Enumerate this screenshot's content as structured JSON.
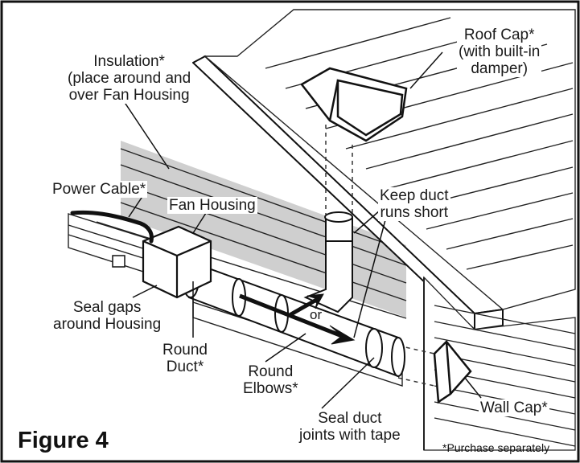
{
  "figure": {
    "title": "Figure 4",
    "footnote": "*Purchase separately",
    "labels": {
      "roof_cap": [
        "Roof Cap*",
        "(with built-in",
        "damper)"
      ],
      "insulation": [
        "Insulation*",
        "(place around and",
        "over Fan Housing"
      ],
      "power_cable": [
        "Power Cable*"
      ],
      "fan_housing": [
        "Fan Housing"
      ],
      "keep_duct_short": [
        "Keep duct",
        "runs short"
      ],
      "seal_gaps": [
        "Seal gaps",
        "around Housing"
      ],
      "round_duct": [
        "Round",
        "Duct*"
      ],
      "round_elbows": [
        "Round",
        "Elbows*"
      ],
      "or": [
        "or"
      ],
      "seal_joints": [
        "Seal duct",
        "joints with tape"
      ],
      "wall_cap": [
        "Wall Cap*"
      ]
    }
  }
}
